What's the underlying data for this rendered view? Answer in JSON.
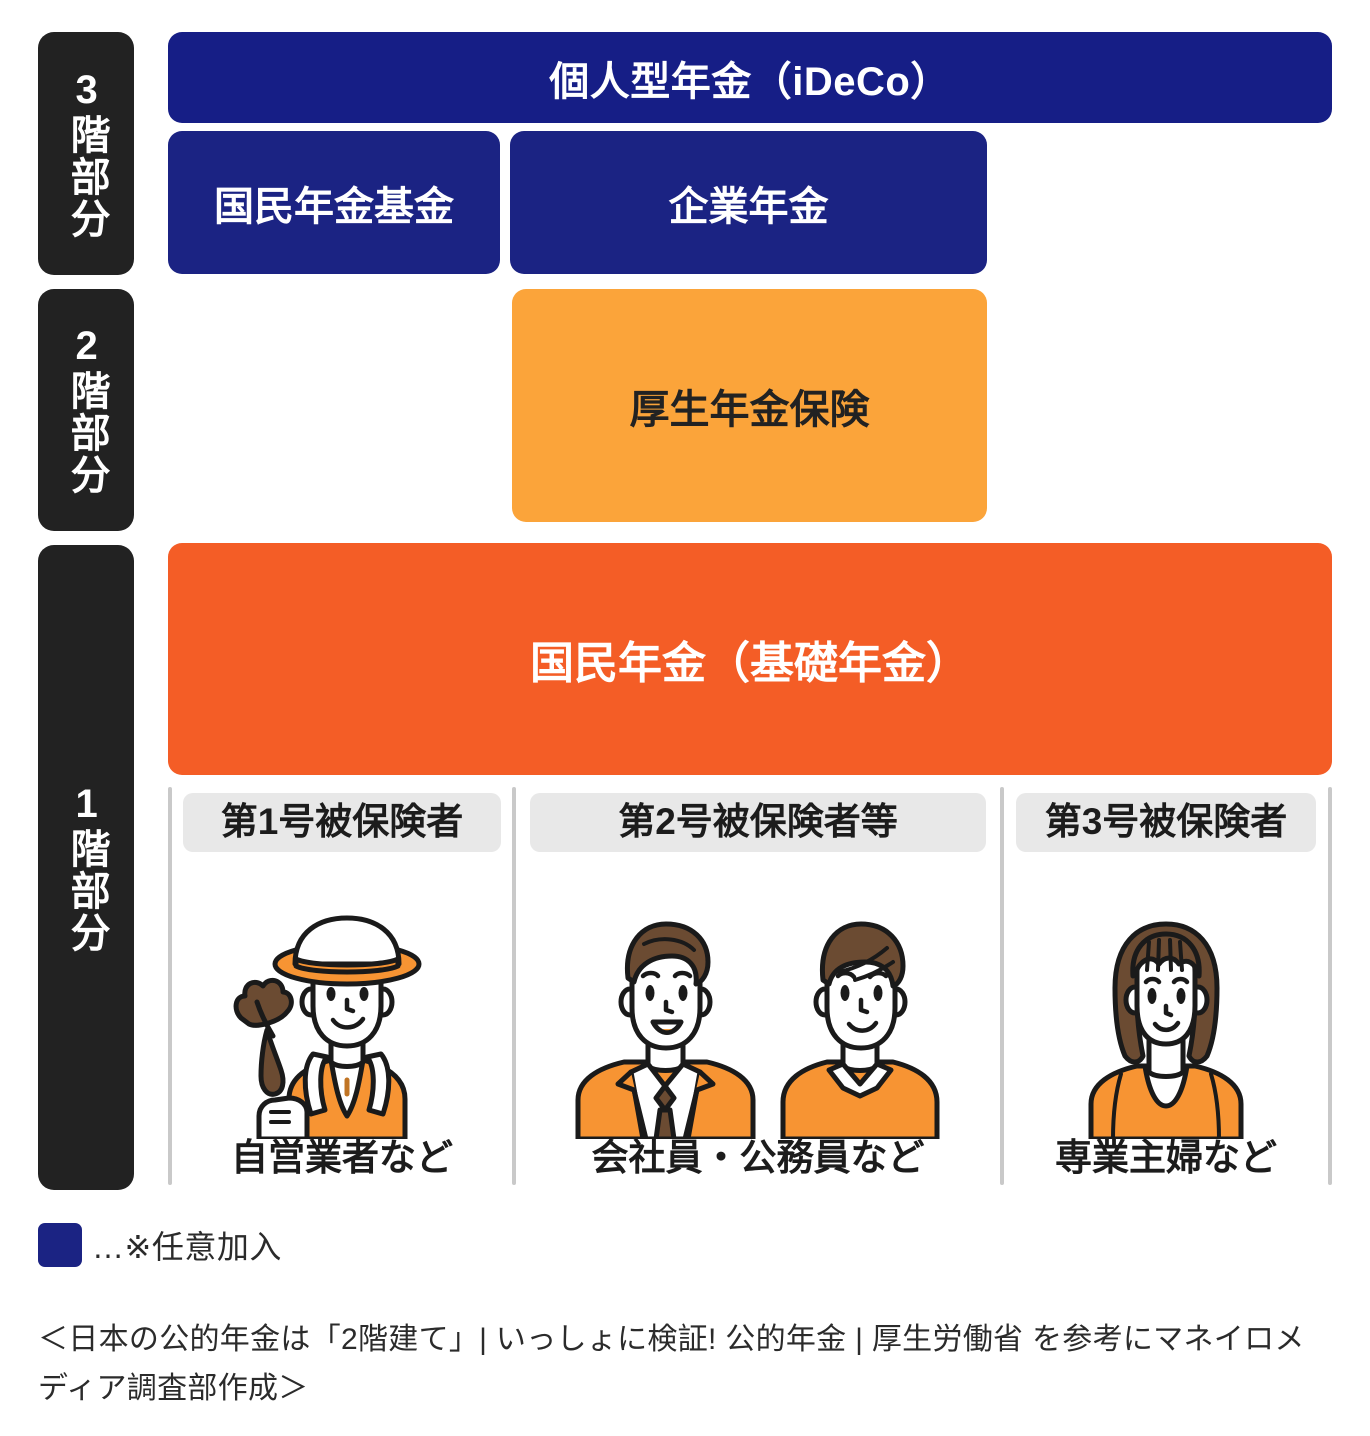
{
  "diagram": {
    "tiers": [
      {
        "id": "tier-3",
        "label": "3階部分"
      },
      {
        "id": "tier-2",
        "label": "2階部分"
      },
      {
        "id": "tier-1",
        "label": "1階部分"
      }
    ],
    "boxes": {
      "ideco": {
        "label": "個人型年金（iDeCo）",
        "color": "#161E86",
        "tier": "3階部分"
      },
      "kokumin_kikin": {
        "label": "国民年金基金",
        "color": "#1B2383",
        "tier": "3階部分"
      },
      "kigyo": {
        "label": "企業年金",
        "color": "#1B2383",
        "tier": "3階部分"
      },
      "kosei": {
        "label": "厚生年金保険",
        "color": "#FBA43A",
        "tier": "2階部分"
      },
      "kiso": {
        "label": "国民年金（基礎年金）",
        "color": "#F45D26",
        "tier": "1階部分"
      }
    },
    "insured_columns": [
      {
        "badge": "第1号被保険者",
        "caption": "自営業者など",
        "figures": [
          "farmer-with-hat-illustration"
        ]
      },
      {
        "badge": "第2号被保険者等",
        "caption": "会社員・公務員など",
        "figures": [
          "businessman-in-suit-illustration",
          "man-in-sweater-illustration"
        ]
      },
      {
        "badge": "第3号被保険者",
        "caption": "専業主婦など",
        "figures": [
          "woman-in-orange-top-illustration"
        ]
      }
    ]
  },
  "legend": {
    "swatch_color": "#1B2383",
    "text": "…※任意加入"
  },
  "source_note": "＜日本の公的年金は「2階建て」| いっしょに検証! 公的年金 | 厚生労働省 を参考にマネイロメディア調査部作成＞",
  "palette": {
    "navy_dark": "#161E86",
    "navy": "#1B2383",
    "orange_light": "#FBA43A",
    "orange_red": "#F45D26",
    "tab_black": "#222222",
    "badge_gray": "#E8E8E8",
    "divider_gray": "#C9C9C9",
    "skin": "#FFFFFF",
    "hair_brown": "#6B4B32",
    "outline": "#1A1A1A"
  }
}
